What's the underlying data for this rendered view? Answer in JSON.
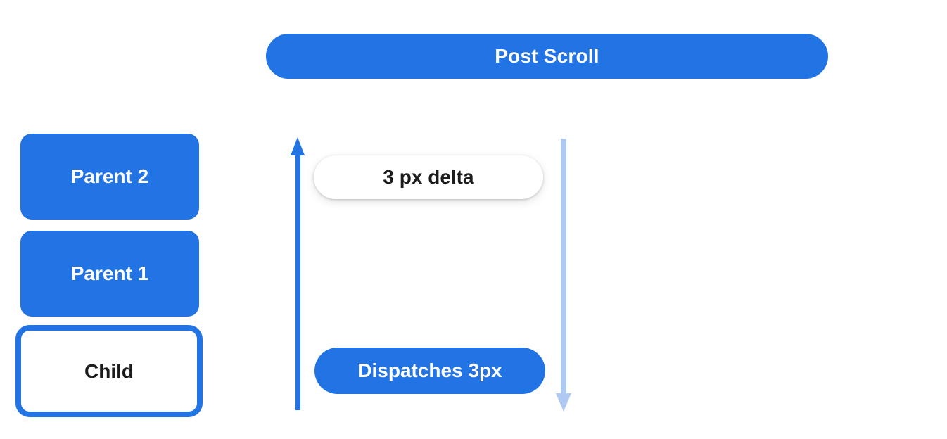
{
  "colors": {
    "primary": "#2273e4",
    "arrow-light": "#aec9f3",
    "text-dark": "#1c1c1c",
    "text-light": "#ffffff",
    "background": "#ffffff"
  },
  "banner": {
    "label": "Post Scroll"
  },
  "stack": {
    "items": [
      {
        "label": "Parent 2",
        "variant": "filled"
      },
      {
        "label": "Parent 1",
        "variant": "filled"
      },
      {
        "label": "Child",
        "variant": "outlined"
      }
    ]
  },
  "flow": {
    "delta_pill_label": "3 px delta",
    "dispatch_pill_label": "Dispatches 3px",
    "up_arrow_icon": "upward-dispatch-arrow",
    "down_arrow_icon": "downward-scroll-arrow"
  }
}
